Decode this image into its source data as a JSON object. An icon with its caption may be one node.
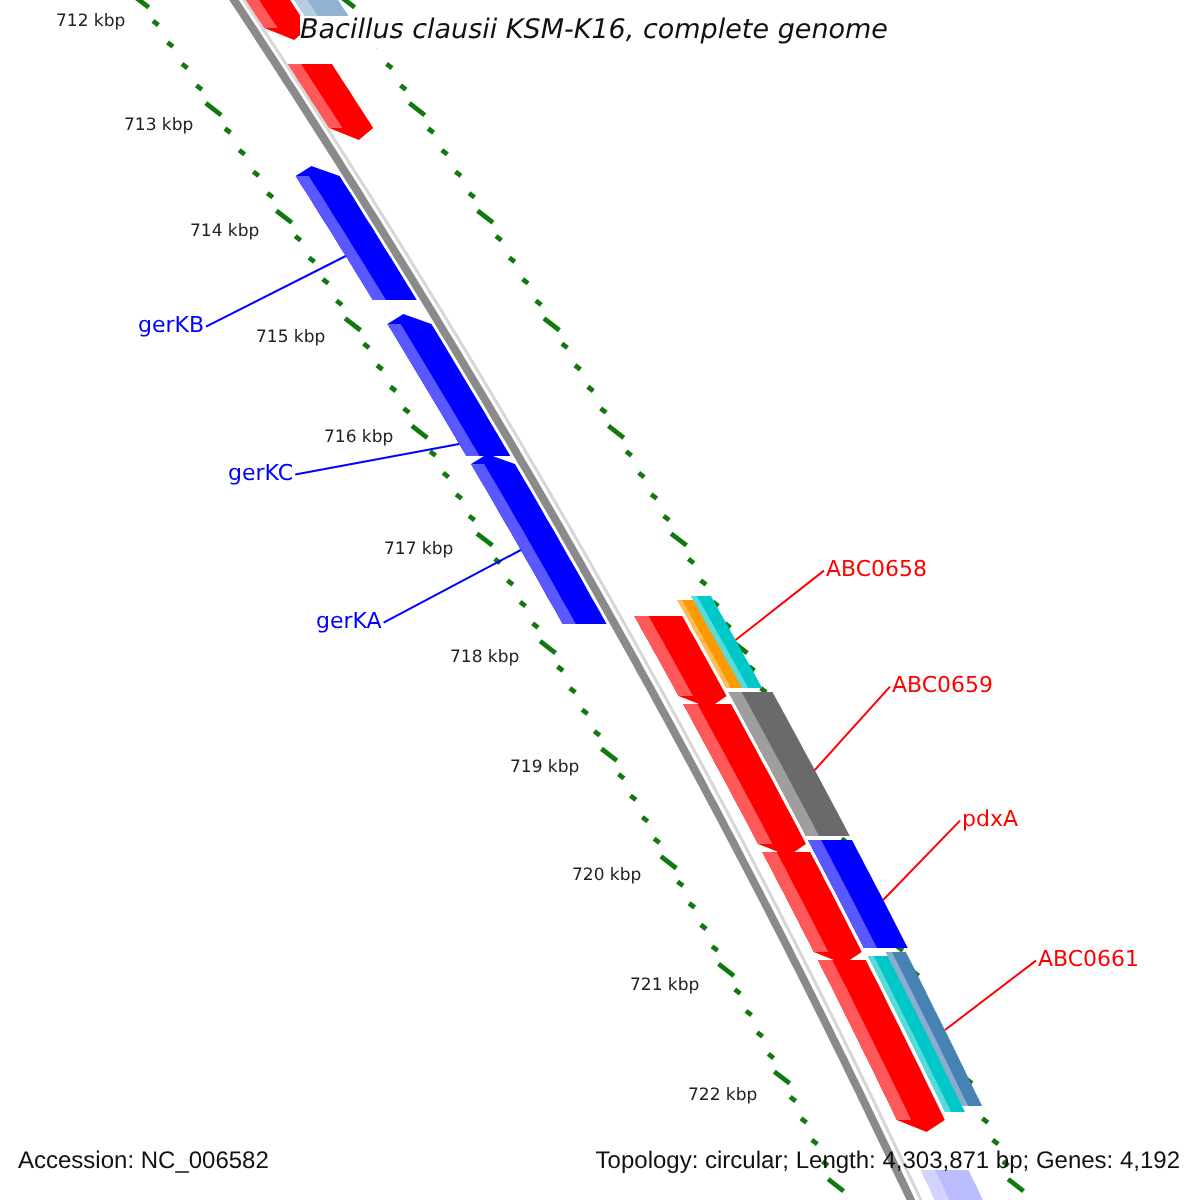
{
  "diagram": {
    "title": "Bacillus clausii KSM-K16, complete genome",
    "nodes": [
      {
        "text": [
          "gerKB"
        ]
      },
      {
        "text": [
          "gerKC"
        ]
      },
      {
        "text": [
          "gerKA"
        ]
      },
      {
        "text": [
          "ABC0658"
        ]
      },
      {
        "text": [
          "ABC0659"
        ]
      },
      {
        "text": [
          "pdxA"
        ]
      },
      {
        "text": [
          "ABC0661"
        ]
      },
      {
        "text": [],
        "shape": "bar"
      },
      {
        "text": [],
        "shape": "bar"
      },
      {
        "text": [],
        "shape": "bar"
      },
      {
        "text": [],
        "shape": "bar"
      },
      {
        "text": [],
        "shape": "bar"
      },
      {
        "text": [],
        "shape": "bar"
      },
      {
        "text": [],
        "shape": "bar"
      }
    ],
    "edges": [
      {
        "from": 0,
        "to": 7,
        "arrow": "none",
        "color": "#0000ff"
      },
      {
        "from": 1,
        "to": 8,
        "arrow": "none",
        "color": "#0000ff"
      },
      {
        "from": 2,
        "to": 9,
        "arrow": "none",
        "color": "#0000ff"
      },
      {
        "from": 3,
        "to": 10,
        "arrow": "none"
      },
      {
        "from": 4,
        "to": 11,
        "arrow": "none"
      },
      {
        "from": 5,
        "to": 12,
        "arrow": "none"
      },
      {
        "from": 6,
        "to": 13,
        "arrow": "none"
      }
    ],
    "labels": [
      "712 kbp",
      "713 kbp",
      "714 kbp",
      "715 kbp",
      "716 kbp",
      "717 kbp",
      "718 kbp",
      "719 kbp",
      "720 kbp",
      "721 kbp",
      "722 kbp",
      "Accession: NC_006582",
      "Topology: circular; Length: 4,303,871 bp; Genes: 4,192"
    ]
  }
}
